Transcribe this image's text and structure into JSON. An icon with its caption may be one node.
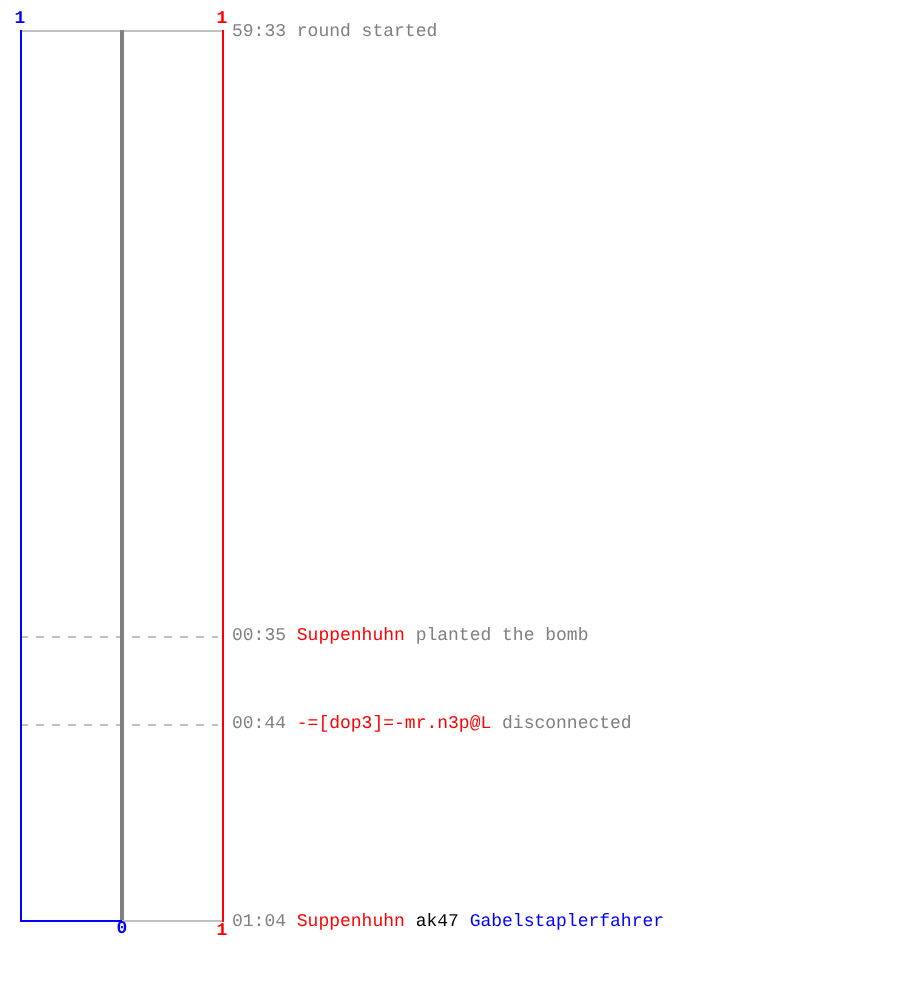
{
  "diagram": {
    "labels": [
      "1",
      "1",
      "59:33",
      "round started",
      "00:35",
      "Suppenhuhn",
      "planted the bomb",
      "00:44",
      "-=[dop3]=-mr.n3p@L",
      "disconnected",
      "0",
      "1",
      "01:04",
      "Suppenhuhn",
      "ak47",
      "Gabelstaplerfahrer"
    ]
  }
}
